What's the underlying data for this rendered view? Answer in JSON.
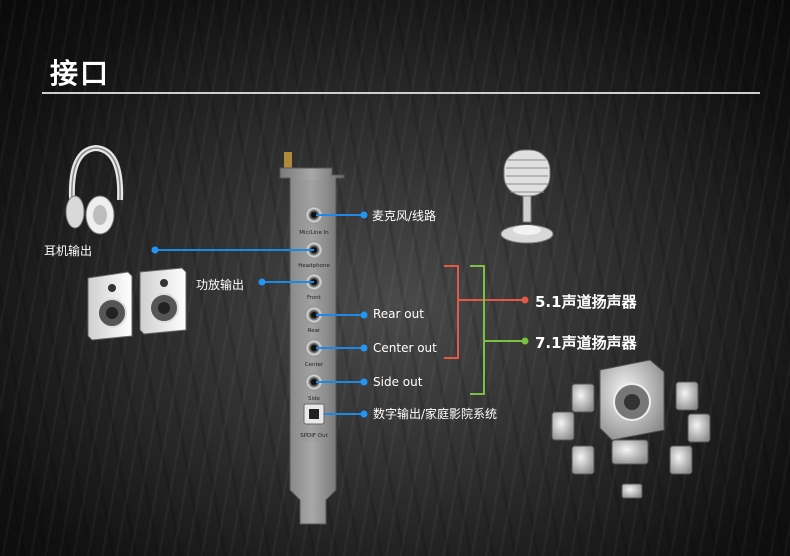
{
  "header": {
    "title": "接口"
  },
  "ports": {
    "mic_line_in": "Mic/Line In",
    "headphone": "Headphone",
    "front": "Front",
    "rear": "Rear",
    "center": "Center",
    "side": "Side",
    "spdif_out": "SPDIF Out"
  },
  "labels": {
    "mic_line": "麦克风/线路",
    "headphone_out": "耳机输出",
    "amp_out": "功放输出",
    "rear_out": "Rear   out",
    "center_out": "Center   out",
    "side_out": "Side   out",
    "digital_out": "数字输出/家庭影院系统"
  },
  "speaker_systems": {
    "s51": "5.1声道扬声器",
    "s71": "7.1声道扬声器"
  },
  "colors": {
    "line": "#1e88e5",
    "dot": "#2196f3",
    "red": "#e05a47",
    "green": "#7ac143"
  },
  "icons": [
    "headphones-icon",
    "bookshelf-speakers-icon",
    "microphone-icon",
    "surround-speakers-icon"
  ]
}
